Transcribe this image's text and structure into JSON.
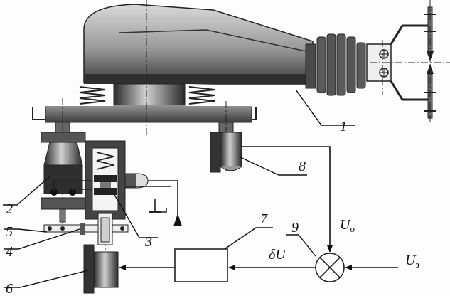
{
  "diagram": {
    "labels": {
      "n1": "1",
      "n2": "2",
      "n3": "3",
      "n4": "4",
      "n5": "5",
      "n6": "6",
      "n7": "7",
      "n8": "8",
      "n9": "9"
    },
    "signals": {
      "u_feedback_main": "U",
      "u_feedback_sub": "o",
      "u_set_main": "U",
      "u_set_sub": "з",
      "delta_u": "δU"
    }
  }
}
